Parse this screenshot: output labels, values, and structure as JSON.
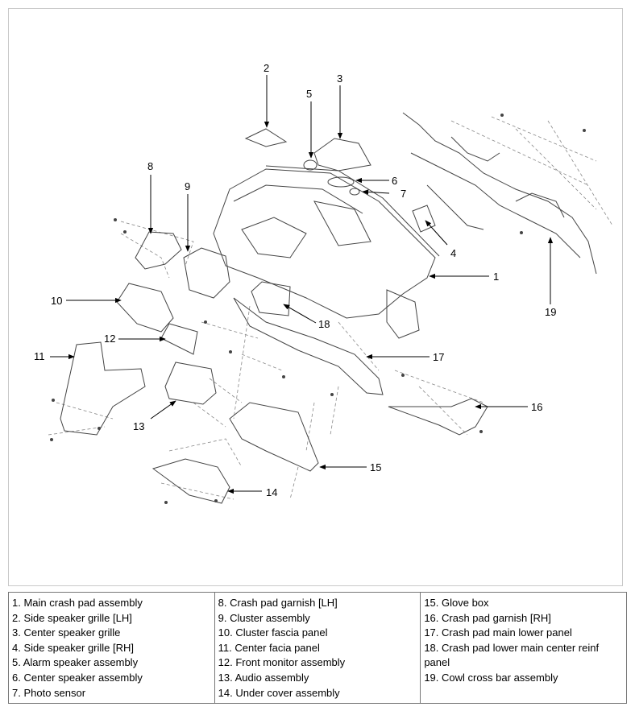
{
  "callouts": [
    "1",
    "2",
    "3",
    "4",
    "5",
    "6",
    "7",
    "8",
    "9",
    "10",
    "11",
    "12",
    "13",
    "14",
    "15",
    "16",
    "17",
    "18",
    "19"
  ],
  "legend": {
    "col1": [
      "1. Main crash pad assembly",
      "2. Side speaker grille [LH]",
      "3. Center speaker grille",
      "4. Side speaker grille [RH]",
      "5. Alarm speaker assembly",
      "6. Center speaker assembly",
      "7. Photo sensor"
    ],
    "col2": [
      "8. Crash pad garnish [LH]",
      "9. Cluster assembly",
      "10. Cluster fascia panel",
      "11. Center facia panel",
      "12. Front monitor assembly",
      "13. Audio assembly",
      "14. Under cover assembly"
    ],
    "col3": [
      "15. Glove box",
      "16. Crash pad garnish [RH]",
      "17. Crash pad main lower panel",
      "18. Crash pad lower main center reinf panel",
      "19. Cowl cross bar assembly"
    ]
  }
}
